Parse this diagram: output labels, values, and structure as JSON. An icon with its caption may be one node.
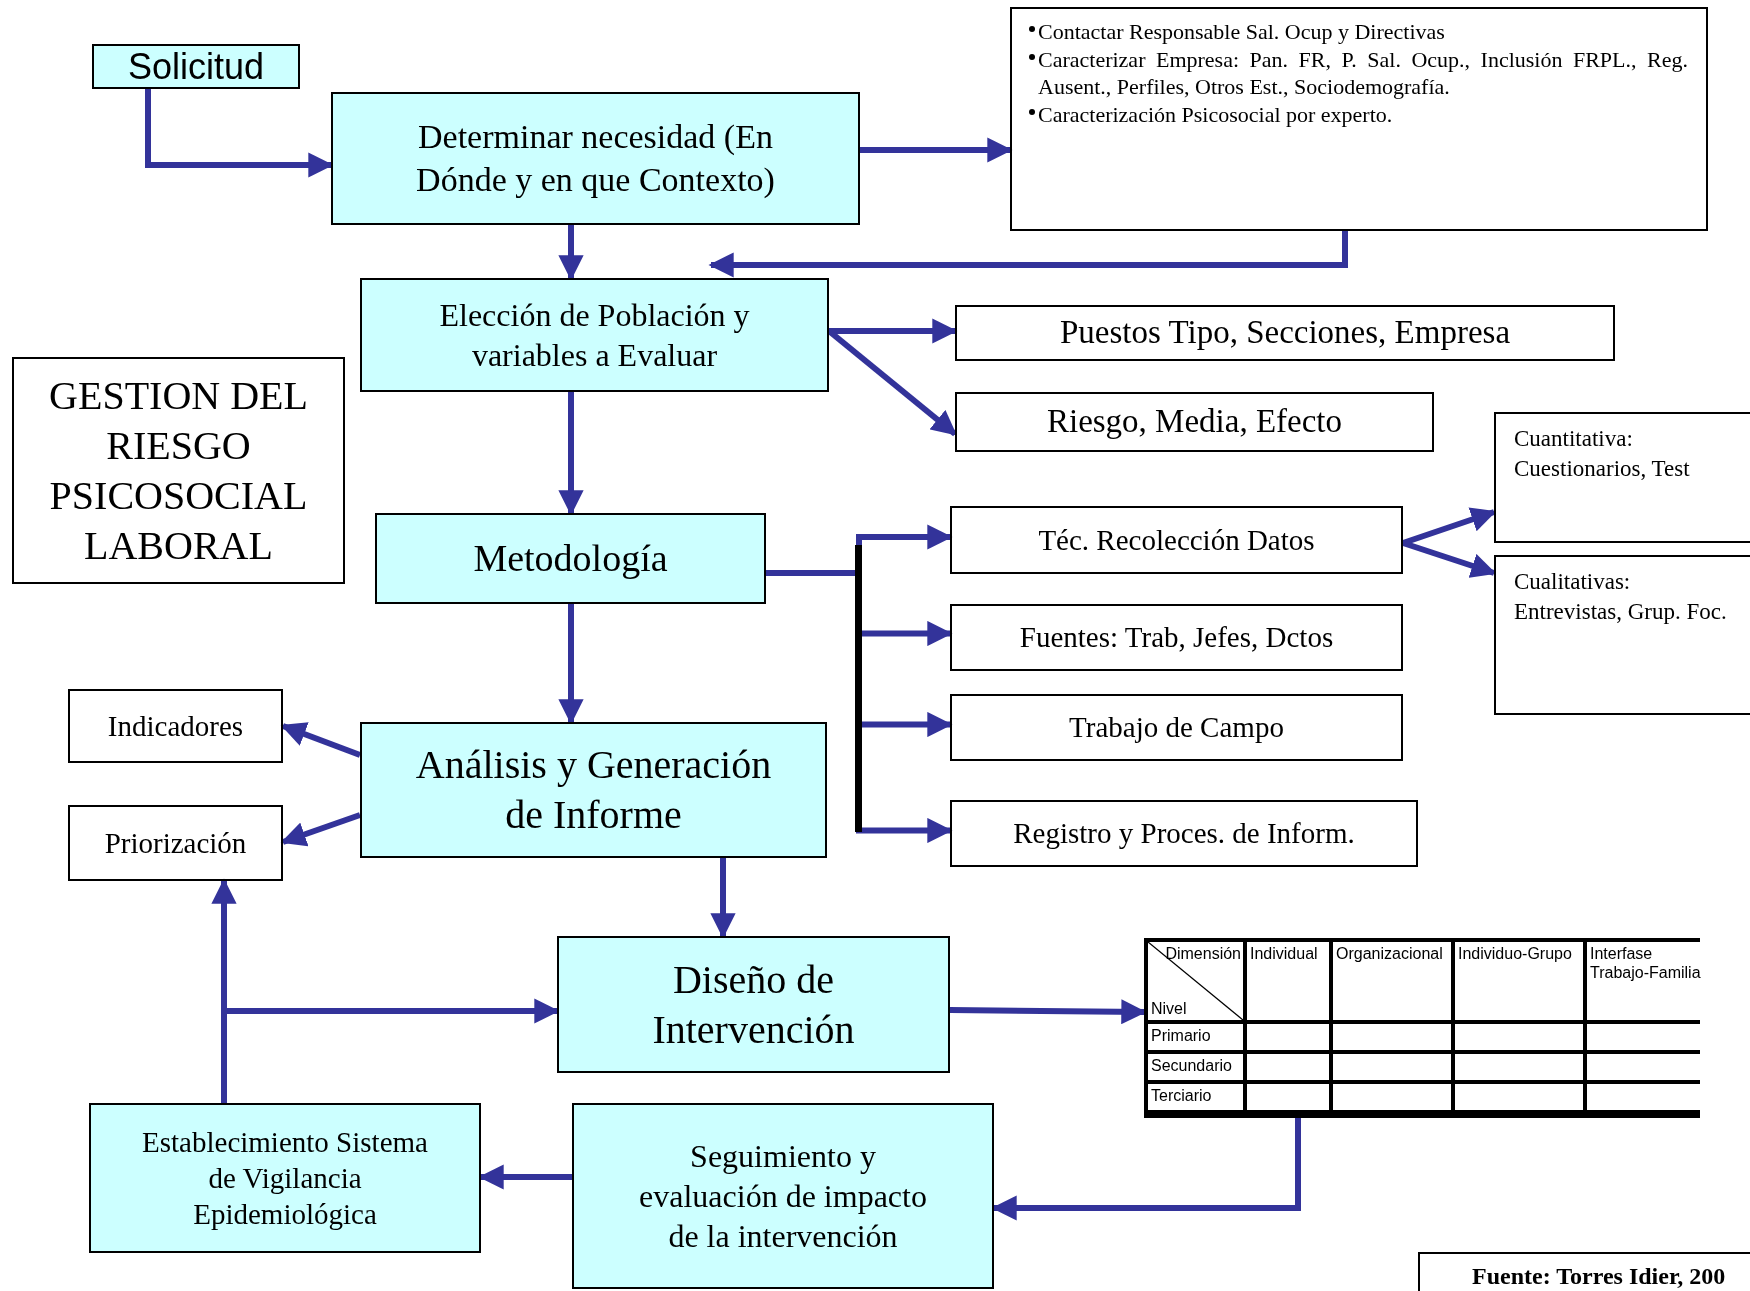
{
  "diagram": {
    "nodes": [
      {
        "text": [
          "Solicitud"
        ]
      },
      {
        "text": [
          "Determinar necesidad (En Dónde y en que Contexto)"
        ]
      },
      {
        "text": [
          "Contactar Responsable Sal. Ocup y Directivas",
          "Caracterizar Empresa: Pan. FR, P. Sal. Ocup., Inclusión FRPL., Reg. Ausent., Perfiles, Otros Est., Sociodemografía.",
          "Caracterización Psicosocial por experto."
        ]
      },
      {
        "text": [
          "Elección de Población y variables a Evaluar"
        ]
      },
      {
        "text": [
          "Puestos Tipo, Secciones, Empresa"
        ]
      },
      {
        "text": [
          "Riesgo, Media, Efecto"
        ]
      },
      {
        "text": [
          "GESTION DEL RIESGO PSICOSOCIAL LABORAL"
        ]
      },
      {
        "text": [
          "Metodología"
        ]
      },
      {
        "text": [
          "Téc. Recolección Datos"
        ]
      },
      {
        "text": [
          "Cuantitativa: Cuestionarios, Test"
        ]
      },
      {
        "text": [
          "Cualitativas: Entrevistas, Grup. Foc."
        ]
      },
      {
        "text": [
          "Fuentes: Trab, Jefes, Dctos"
        ]
      },
      {
        "text": [
          "Trabajo de Campo"
        ]
      },
      {
        "text": [
          "Registro y Proces. de Inform."
        ]
      },
      {
        "text": [
          "Indicadores"
        ]
      },
      {
        "text": [
          "Priorización"
        ]
      },
      {
        "text": [
          "Análisis y Generación de Informe"
        ]
      },
      {
        "text": [
          "Diseño de Intervención"
        ]
      },
      {
        "text": [
          "Dimensión",
          "Nivel",
          "Individual",
          "Organizacional",
          "Individuo-Grupo",
          "Interfase Trabajo-Familia",
          "Primario",
          "Secundario",
          "Terciario"
        ]
      },
      {
        "text": [
          "Seguimiento y evaluación de impacto de la intervención"
        ]
      },
      {
        "text": [
          "Establecimiento Sistema de Vigilancia Epidemiológica"
        ]
      },
      {
        "text": [
          "Fuente: Torres Idier, 200"
        ]
      }
    ],
    "edges": [
      {
        "from": 0,
        "to": 1,
        "arrow": "to"
      },
      {
        "from": 1,
        "to": 2,
        "arrow": "to"
      },
      {
        "from": 2,
        "to": 3,
        "arrow": "to"
      },
      {
        "from": 1,
        "to": 3,
        "arrow": "to"
      },
      {
        "from": 3,
        "to": 4,
        "arrow": "to"
      },
      {
        "from": 3,
        "to": 5,
        "arrow": "to"
      },
      {
        "from": 3,
        "to": 7,
        "arrow": "to"
      },
      {
        "from": 7,
        "to": 8,
        "arrow": "to"
      },
      {
        "from": 7,
        "to": 11,
        "arrow": "to"
      },
      {
        "from": 7,
        "to": 12,
        "arrow": "to"
      },
      {
        "from": 7,
        "to": 13,
        "arrow": "to"
      },
      {
        "from": 8,
        "to": 9,
        "arrow": "to"
      },
      {
        "from": 8,
        "to": 10,
        "arrow": "to"
      },
      {
        "from": 7,
        "to": 16,
        "arrow": "to"
      },
      {
        "from": 16,
        "to": 14,
        "arrow": "to"
      },
      {
        "from": 16,
        "to": 15,
        "arrow": "to"
      },
      {
        "from": 16,
        "to": 17,
        "arrow": "to"
      },
      {
        "from": 17,
        "to": 18,
        "arrow": "to"
      },
      {
        "from": 18,
        "to": 19,
        "arrow": "to"
      },
      {
        "from": 19,
        "to": 20,
        "arrow": "to"
      },
      {
        "from": 20,
        "to": 17,
        "arrow": "to"
      },
      {
        "from": 20,
        "to": 15,
        "arrow": "to"
      }
    ]
  }
}
